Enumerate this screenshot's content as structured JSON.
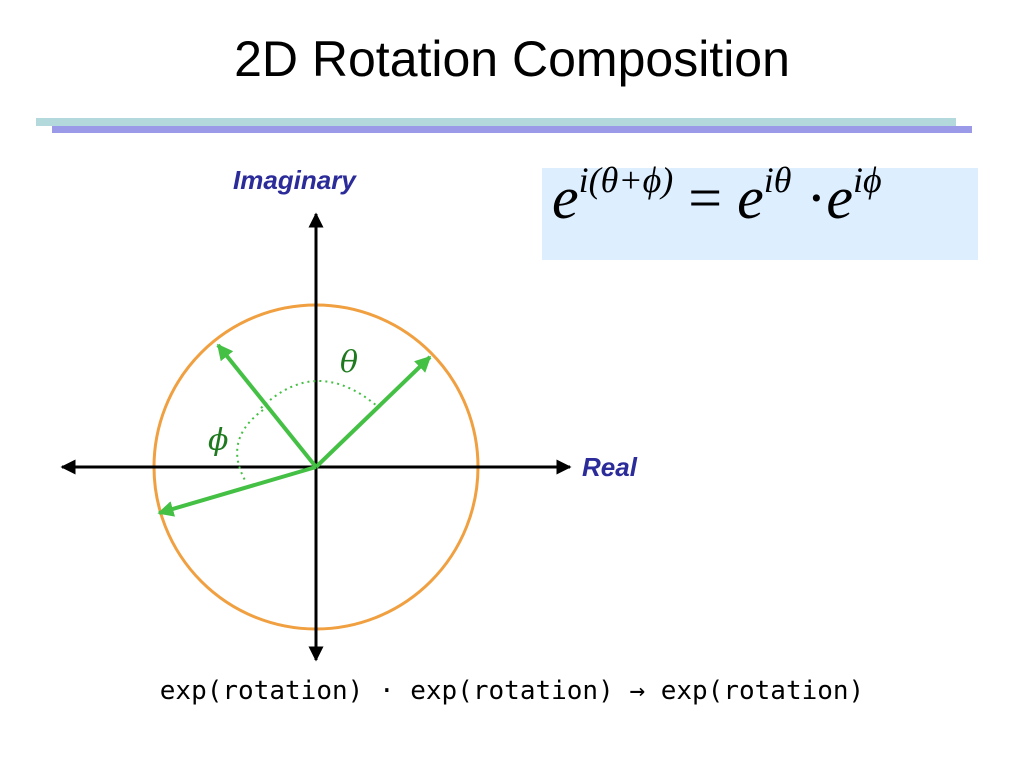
{
  "slide": {
    "title": "2D Rotation Composition",
    "rule_colors": {
      "top": "#b4d9dc",
      "bottom": "#9a9ae8"
    }
  },
  "diagram": {
    "axis_imaginary_label": "Imaginary",
    "axis_real_label": "Real",
    "theta_symbol": "θ",
    "phi_symbol": "ϕ",
    "colors": {
      "circle": "#f0a040",
      "vectors": "#44c044",
      "axes": "#000000",
      "labels": "#2b2b9a"
    }
  },
  "formula": {
    "base1": "e",
    "exp1": "i(θ+ϕ)",
    "equals": "=",
    "base2": "e",
    "exp2": "iθ",
    "dot": "·",
    "base3": "e",
    "exp3": "iϕ"
  },
  "footer": {
    "term1": "exp(rotation)",
    "dot": "·",
    "term2": "exp(rotation)",
    "arrow": "→",
    "term3": "exp(rotation)"
  }
}
